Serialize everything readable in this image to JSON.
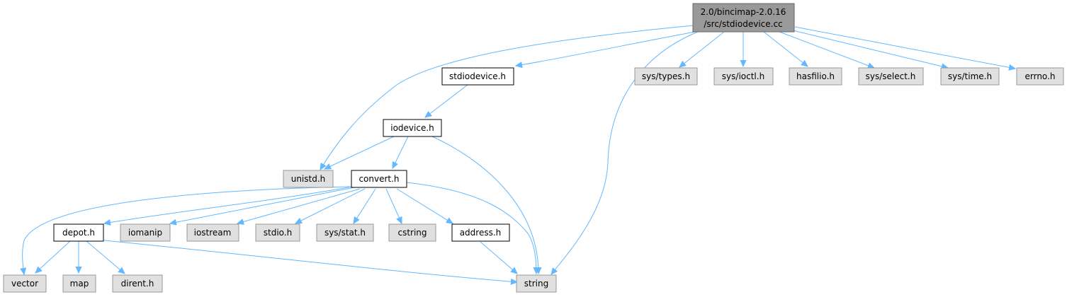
{
  "root": {
    "line1": "2.0/bincimap-2.0.16",
    "line2": "/src/stdiodevice.cc"
  },
  "nodes": {
    "stdiodevice_h": "stdiodevice.h",
    "sys_types_h": "sys/types.h",
    "sys_ioctl_h": "sys/ioctl.h",
    "hasfilio_h": "hasfilio.h",
    "sys_select_h": "sys/select.h",
    "sys_time_h": "sys/time.h",
    "errno_h": "errno.h",
    "iodevice_h": "iodevice.h",
    "unistd_h": "unistd.h",
    "convert_h": "convert.h",
    "depot_h": "depot.h",
    "iomanip": "iomanip",
    "iostream": "iostream",
    "stdio_h": "stdio.h",
    "sys_stat_h": "sys/stat.h",
    "cstring": "cstring",
    "address_h": "address.h",
    "vector": "vector",
    "map": "map",
    "dirent_h": "dirent.h",
    "string": "string"
  },
  "colors": {
    "edge": "#63b8ff",
    "root_fill": "#999999",
    "doc_fill": "#ffffff",
    "sys_fill": "#e0e0e0"
  }
}
